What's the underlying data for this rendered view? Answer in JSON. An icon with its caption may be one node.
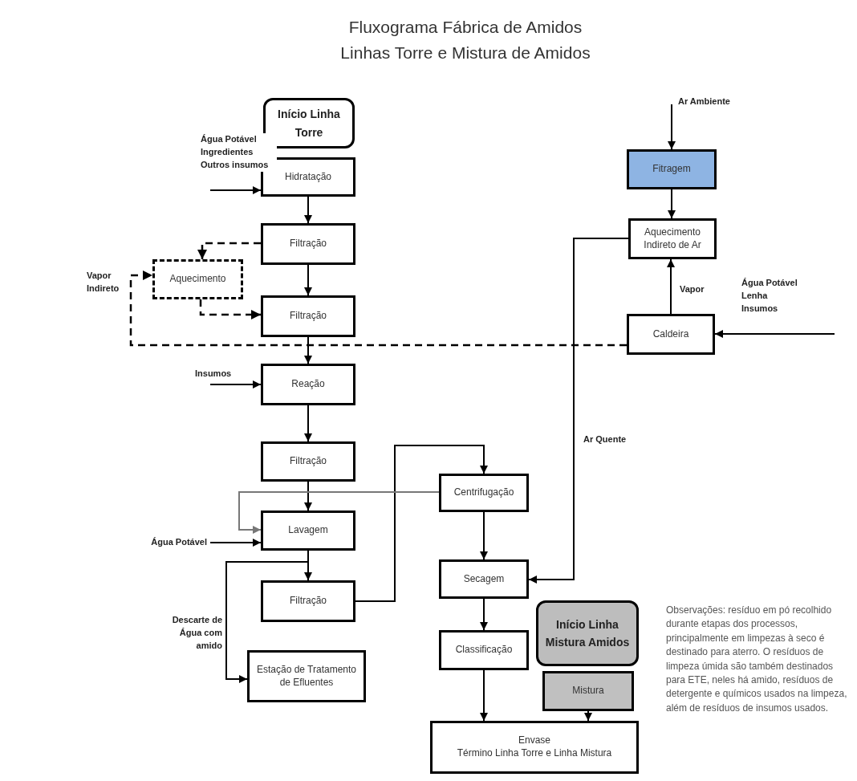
{
  "diagram": {
    "title": "Fluxograma Fábrica de Amidos Linhas Torre e Mistura de Amidos",
    "nodes": [
      {
        "text": [
          "Início Linha Torre"
        ]
      },
      {
        "text": [
          "Hidratação"
        ]
      },
      {
        "text": [
          "Filtração"
        ]
      },
      {
        "text": [
          "Aquecimento"
        ]
      },
      {
        "text": [
          "Filtração"
        ]
      },
      {
        "text": [
          "Reação"
        ]
      },
      {
        "text": [
          "Filtração"
        ]
      },
      {
        "text": [
          "Lavagem"
        ]
      },
      {
        "text": [
          "Filtração"
        ]
      },
      {
        "text": [
          "Estação de Tratamento de Efluentes"
        ]
      },
      {
        "text": [
          "Fitragem"
        ]
      },
      {
        "text": [
          "Aquecimento Indireto de Ar"
        ]
      },
      {
        "text": [
          "Caldeira"
        ]
      },
      {
        "text": [
          "Centrifugação"
        ]
      },
      {
        "text": [
          "Secagem"
        ]
      },
      {
        "text": [
          "Classificação"
        ]
      },
      {
        "text": [
          "Início Linha Mistura Amidos"
        ]
      },
      {
        "text": [
          "Mistura"
        ]
      },
      {
        "text": [
          "Envase",
          "Término Linha Torre e Linha Mistura"
        ]
      }
    ],
    "edges": [
      {
        "from": null,
        "to": 1,
        "arrow": "to",
        "label": "Água Potável Ingredientes Outros insumos"
      },
      {
        "from": 1,
        "to": 2,
        "arrow": "to"
      },
      {
        "from": 2,
        "to": 3,
        "arrow": "to",
        "style": "dashed"
      },
      {
        "from": 3,
        "to": 4,
        "arrow": "to",
        "style": "dashed"
      },
      {
        "from": 2,
        "to": 4,
        "arrow": "to"
      },
      {
        "from": 4,
        "to": 5,
        "arrow": "to"
      },
      {
        "from": 12,
        "to": 3,
        "arrow": "to",
        "style": "dashed",
        "label": "Vapor Indireto"
      },
      {
        "from": null,
        "to": 5,
        "arrow": "to",
        "label": "Insumos"
      },
      {
        "from": 5,
        "to": 6,
        "arrow": "to"
      },
      {
        "from": 6,
        "to": 7,
        "arrow": "to"
      },
      {
        "from": null,
        "to": 7,
        "arrow": "to",
        "label": "Água Potável"
      },
      {
        "from": 7,
        "to": 8,
        "arrow": "to"
      },
      {
        "from": 7,
        "to": 9,
        "arrow": "to",
        "label": "Descarte de Água com amido"
      },
      {
        "from": 8,
        "to": 13,
        "arrow": "to"
      },
      {
        "from": 13,
        "to": 7,
        "arrow": "to",
        "color": "#777777"
      },
      {
        "from": null,
        "to": 10,
        "arrow": "to",
        "label": "Ar Ambiente"
      },
      {
        "from": 10,
        "to": 11,
        "arrow": "to"
      },
      {
        "from": 12,
        "to": 11,
        "arrow": "to",
        "label": "Vapor"
      },
      {
        "from": null,
        "to": 12,
        "arrow": "to",
        "label": "Água Potável Lenha Insumos"
      },
      {
        "from": 11,
        "to": 14,
        "arrow": "to",
        "label": "Ar Quente"
      },
      {
        "from": 13,
        "to": 14,
        "arrow": "to"
      },
      {
        "from": 14,
        "to": 15,
        "arrow": "to"
      },
      {
        "from": 15,
        "to": 18,
        "arrow": "to"
      },
      {
        "from": 17,
        "to": 18,
        "arrow": "to"
      }
    ],
    "labels": [
      "Observações: resíduo em pó recolhido durante etapas dos processos, principalmente em limpezas à seco é destinado para aterro. O resíduos de limpeza úmida são também destinados para ETE, neles há amido, resíduos de detergente e químicos usados na limpeza, além de resíduos de insumos usados."
    ]
  }
}
